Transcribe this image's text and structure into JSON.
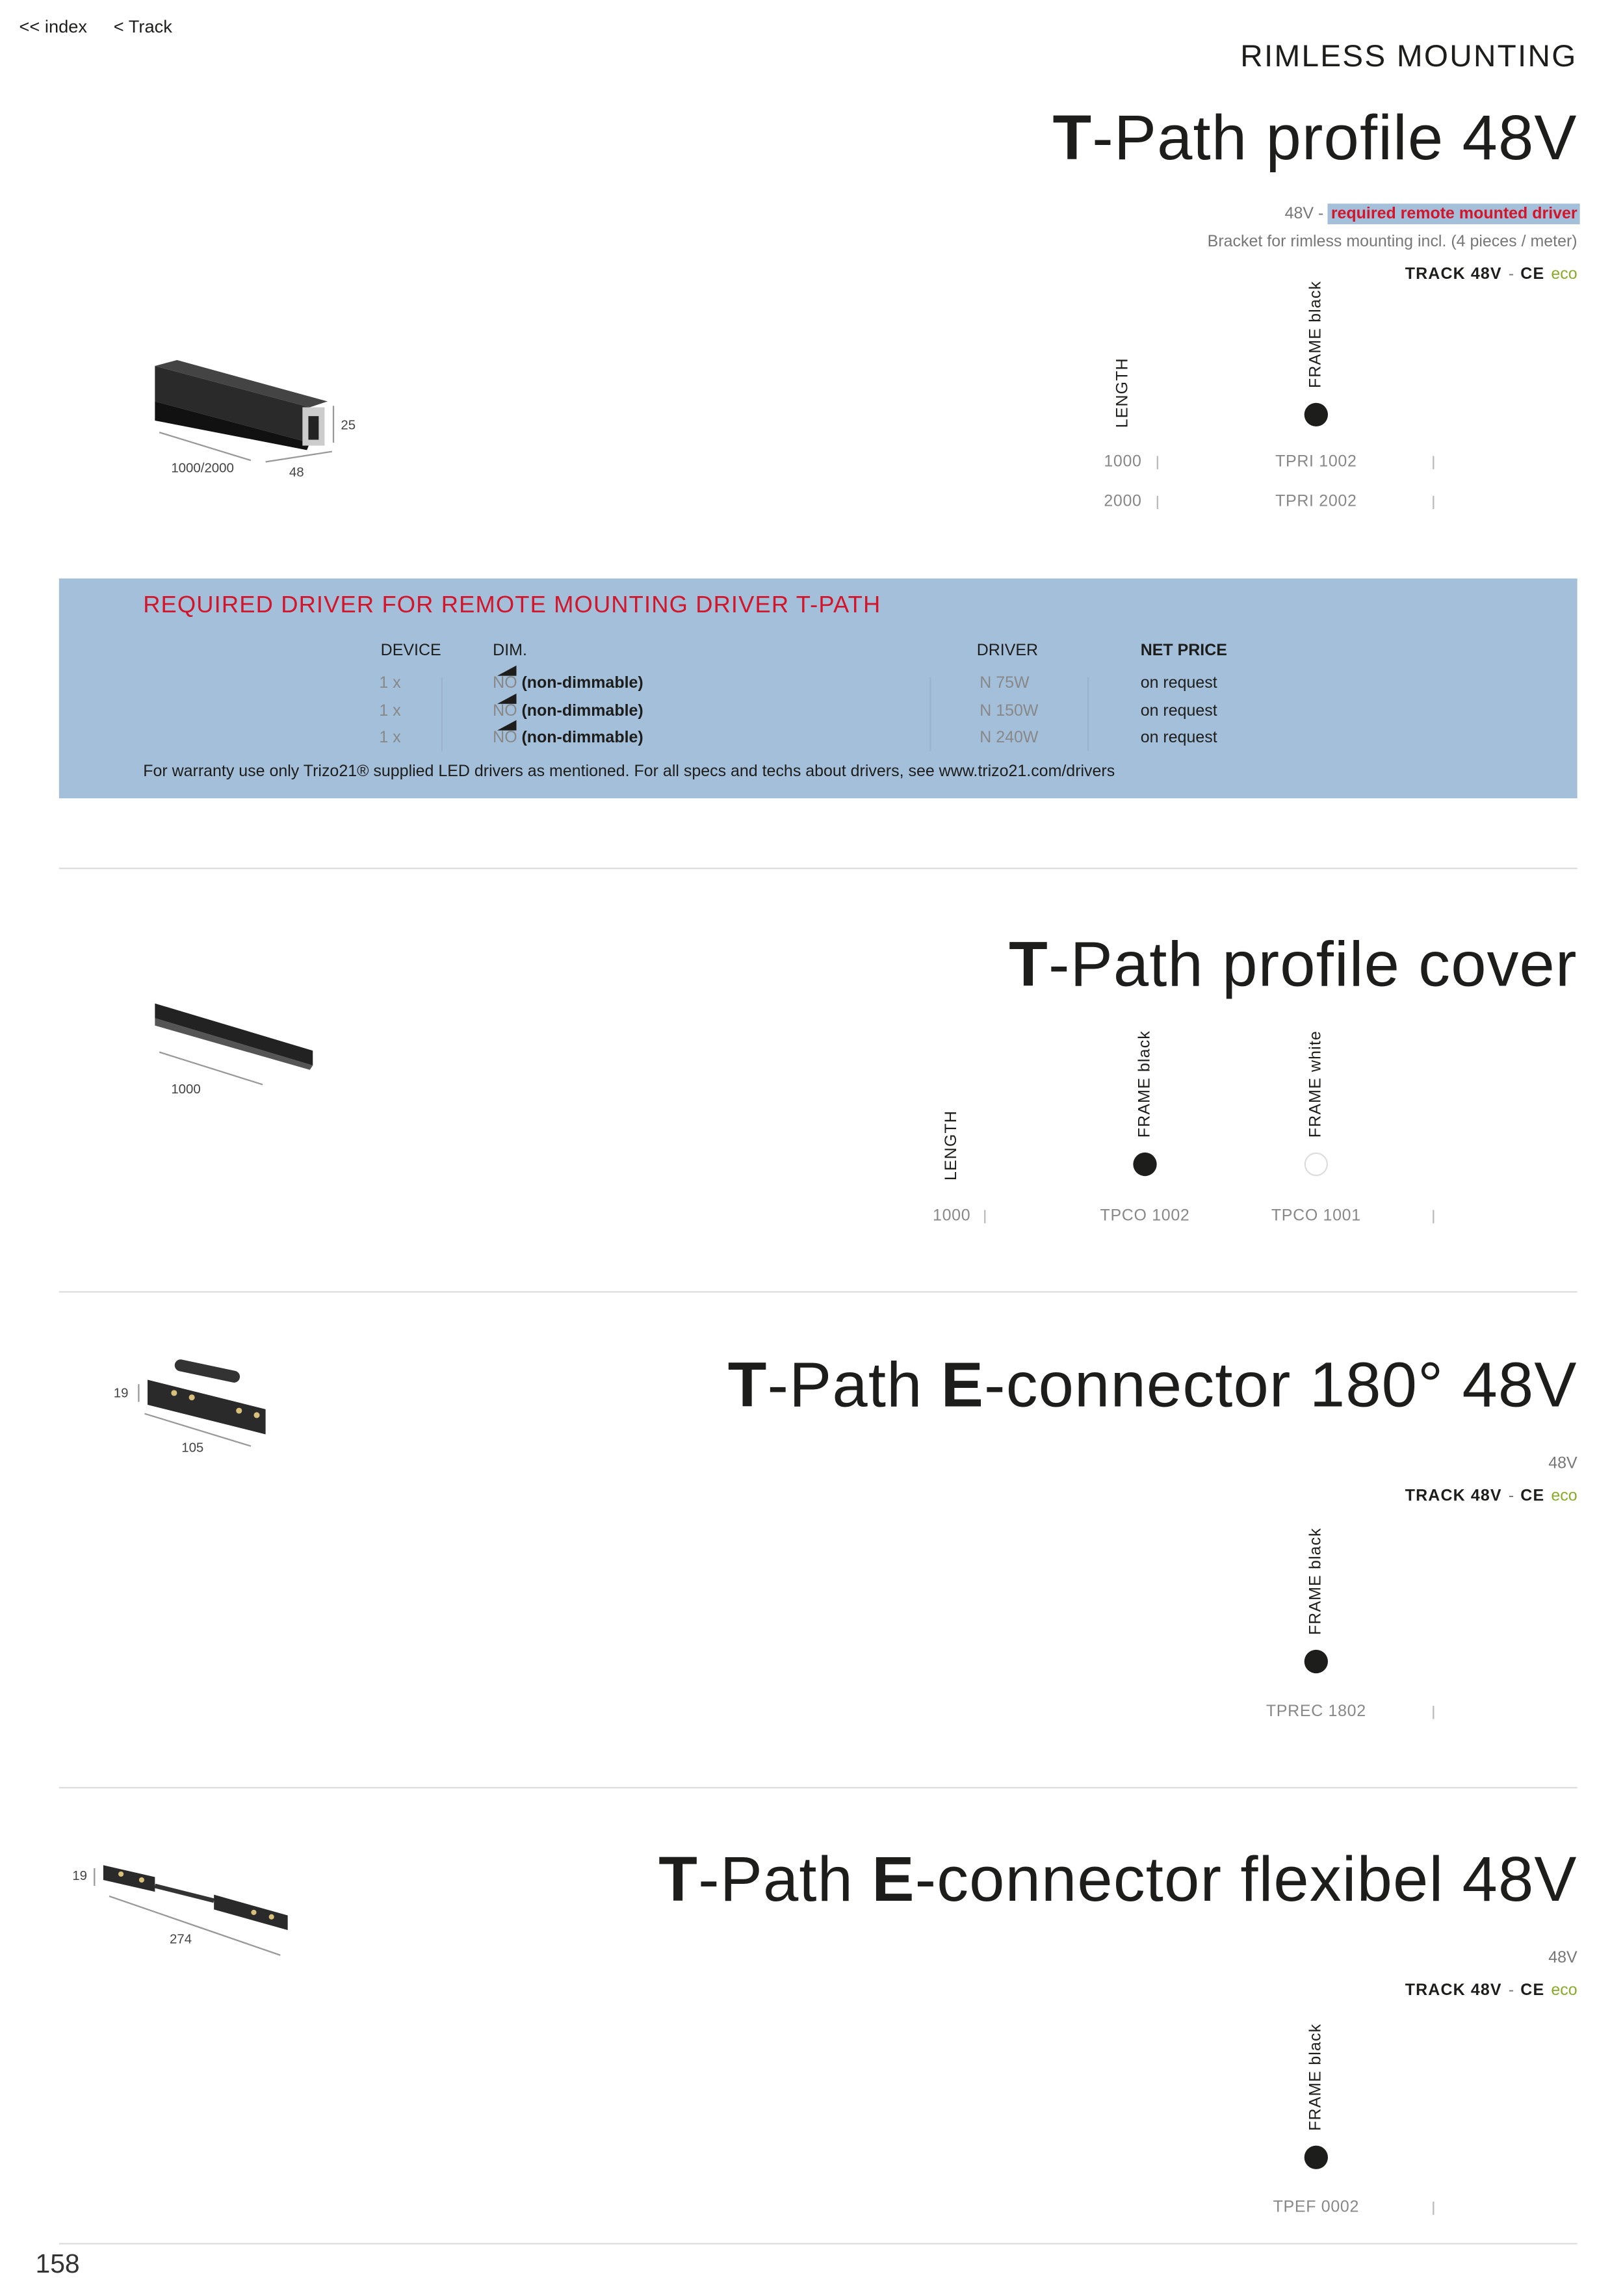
{
  "nav": {
    "index": "<< index",
    "track": "< Track"
  },
  "category": "RIMLESS MOUNTING",
  "page_number": "158",
  "sections": [
    {
      "title_bold": "T",
      "title_rest": "-Path profile 48V",
      "voltage": "48V -",
      "voltage_note": "required remote mounted driver",
      "bracket_note": "Bracket for rimless mounting incl. (4 pieces / meter)",
      "track": "TRACK 48V",
      "track_sep": "-",
      "ce": "CE",
      "eco": "eco",
      "col_length": "LENGTH",
      "col_frame": "FRAME black",
      "dims": {
        "length": "1000/2000",
        "width": "48",
        "height": "25"
      },
      "rows": [
        {
          "length": "1000",
          "code": "TPRI 1002"
        },
        {
          "length": "2000",
          "code": "TPRI 2002"
        }
      ]
    },
    {
      "title_bold": "T",
      "title_rest": "-Path profile cover",
      "col_length": "LENGTH",
      "col_frame_black": "FRAME black",
      "col_frame_white": "FRAME white",
      "dims": {
        "length": "1000"
      },
      "rows": [
        {
          "length": "1000",
          "code_black": "TPCO 1002",
          "code_white": "TPCO 1001"
        }
      ]
    },
    {
      "title_bold1": "T",
      "title_mid": "-Path ",
      "title_bold2": "E",
      "title_rest": "-connector 180° 48V",
      "voltage": "48V",
      "track": "TRACK 48V",
      "track_sep": "-",
      "ce": "CE",
      "eco": "eco",
      "col_frame": "FRAME black",
      "dims": {
        "length": "105",
        "height": "19"
      },
      "code": "TPREC 1802"
    },
    {
      "title_bold1": "T",
      "title_mid": "-Path ",
      "title_bold2": "E",
      "title_rest": "-connector flexibel 48V",
      "voltage": "48V",
      "track": "TRACK 48V",
      "track_sep": "-",
      "ce": "CE",
      "eco": "eco",
      "col_frame": "FRAME black",
      "dims": {
        "length": "274",
        "height": "19"
      },
      "code": "TPEF 0002"
    }
  ],
  "driver_box": {
    "title": "REQUIRED DRIVER FOR REMOTE MOUNTING DRIVER T-PATH",
    "headers": {
      "device": "DEVICE",
      "dim": "DIM.",
      "driver": "DRIVER",
      "price": "NET PRICE"
    },
    "rows": [
      {
        "device": "1 x",
        "dim_no": "NO",
        "dim_text": "(non-dimmable)",
        "driver": "N 75W",
        "price": "on request"
      },
      {
        "device": "1 x",
        "dim_no": "NO",
        "dim_text": "(non-dimmable)",
        "driver": "N 150W",
        "price": "on request"
      },
      {
        "device": "1 x",
        "dim_no": "NO",
        "dim_text": "(non-dimmable)",
        "driver": "N 240W",
        "price": "on request"
      }
    ],
    "footnote": "For warranty use only Trizo21® supplied LED drivers as mentioned.  For all specs and techs about drivers, see www.trizo21.com/drivers",
    "color": "#a4bfda"
  },
  "colors": {
    "accent_red": "#d2152a",
    "eco_green": "#8aab2a",
    "frame_black": "#1d1d1b",
    "frame_white": "#ffffff"
  }
}
